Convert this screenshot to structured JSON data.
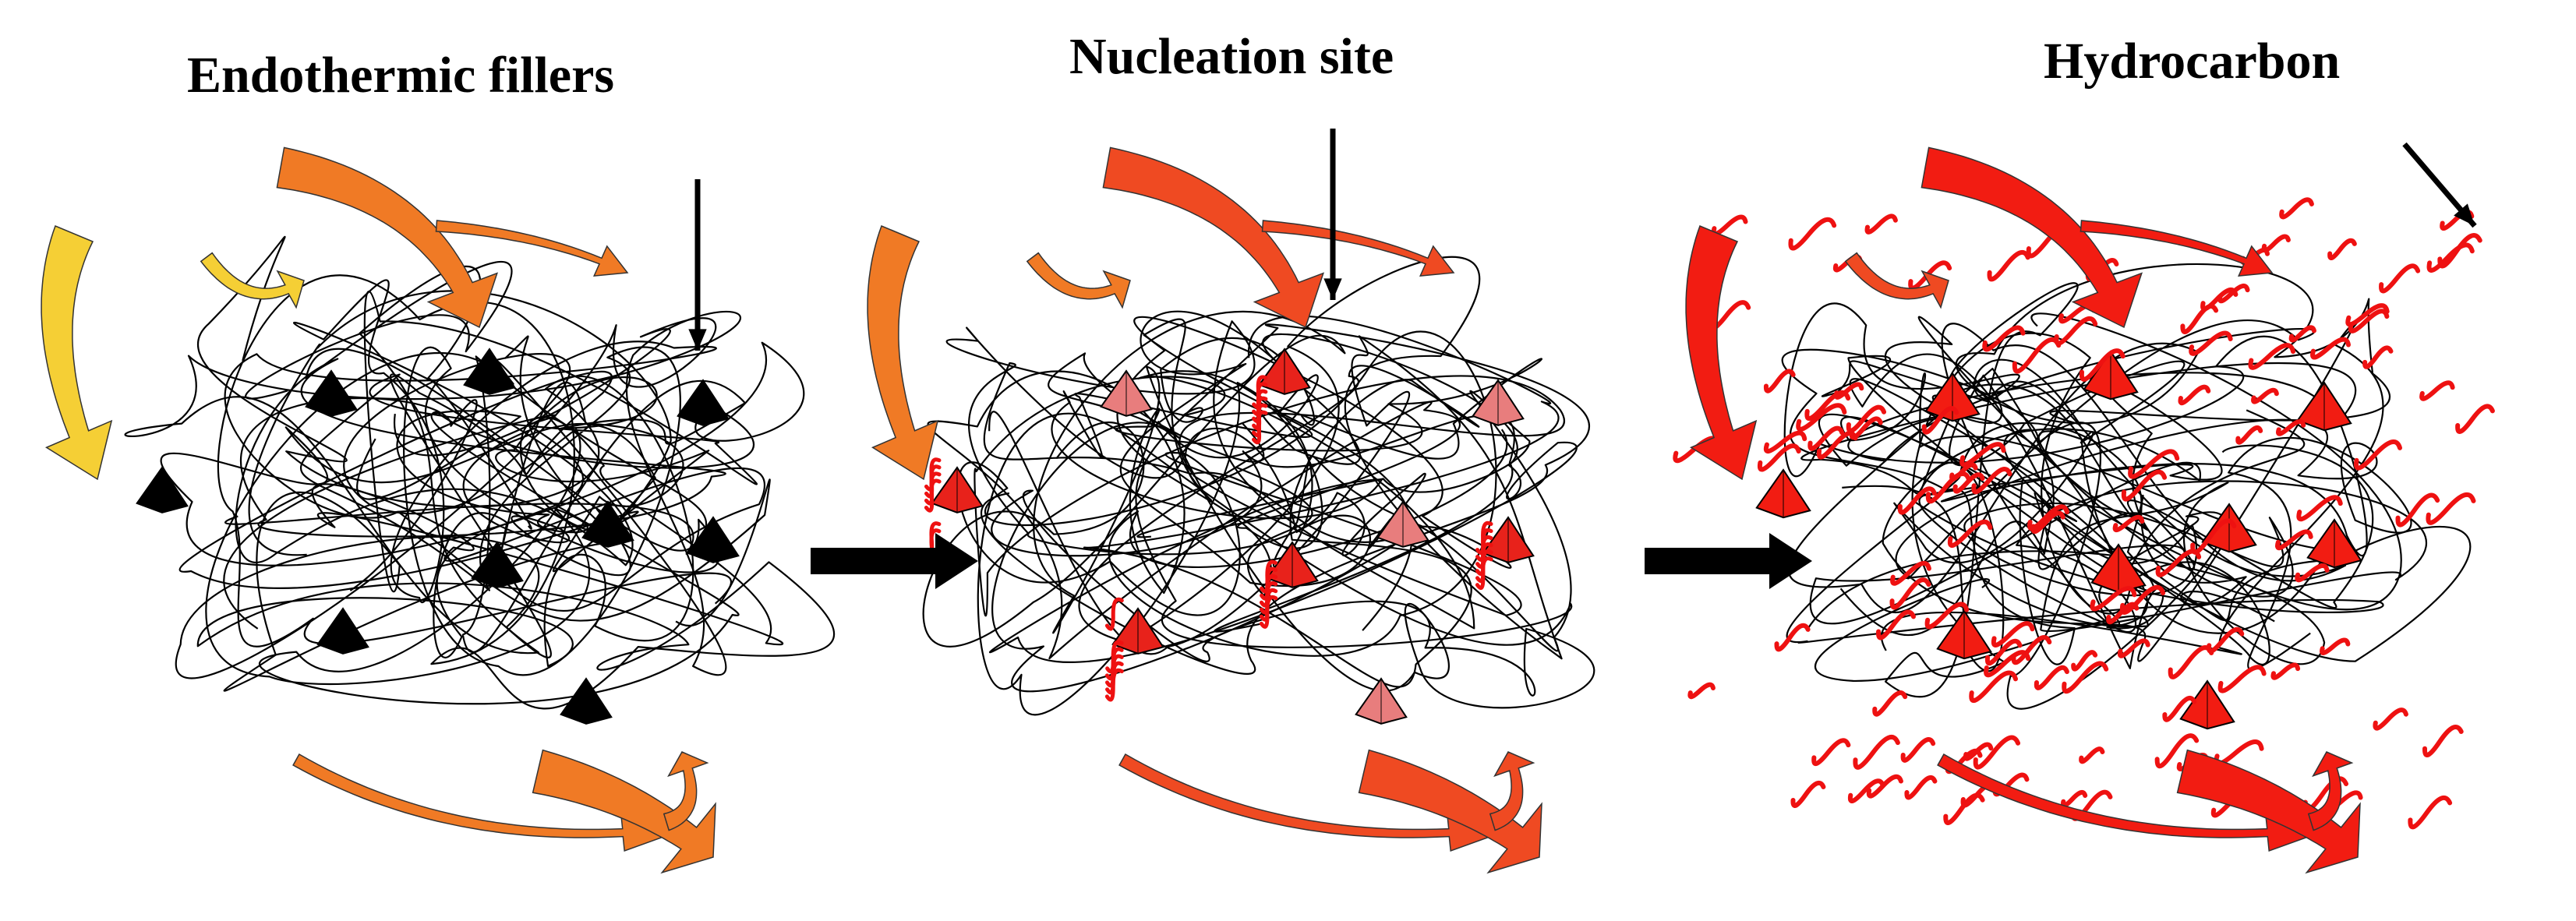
{
  "panels": [
    {
      "title": "Endothermic fillers",
      "stage": "initial",
      "filler_color": "#000000"
    },
    {
      "title": "Nucleation site",
      "stage": "nucleation",
      "filler_color": "#e8221b",
      "faded_filler_color": "#e87d7d"
    },
    {
      "title": "Hydrocarbon",
      "stage": "decomposition",
      "filler_color": "#f21c12"
    }
  ],
  "colors": {
    "background": "#ffffff",
    "polymer_line": "#000000",
    "arrow_black": "#000000",
    "heat_yellow": "#f5cf35",
    "heat_orange": "#f07a25",
    "heat_red_orange": "#ef4a22",
    "heat_red": "#f21c12",
    "hydrocarbon_fragment": "#ee1111"
  },
  "icons": {
    "heat_arrow": "curved-arrow-icon",
    "process_arrow": "arrow-right-icon",
    "pointer_arrow": "arrow-down-icon",
    "filler": "pyramid-icon",
    "fragment": "squiggle-icon"
  }
}
